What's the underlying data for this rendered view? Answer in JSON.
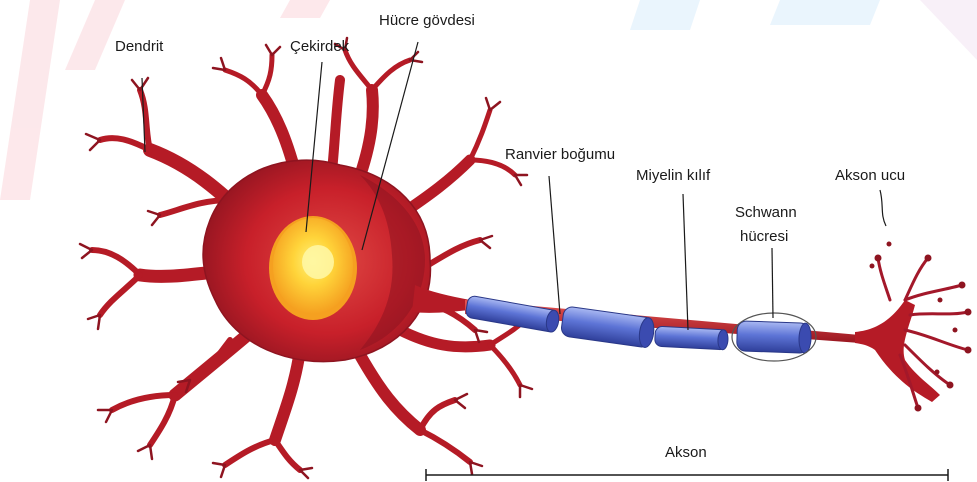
{
  "diagram": {
    "labels": {
      "dendrite": "Dendrit",
      "nucleus": "Çekirdek",
      "cell_body": "Hücre gövdesi",
      "node_of_ranvier": "Ranvier boğumu",
      "myelin_sheath": "Miyelin kılıf",
      "schwann_cell_line1": "Schwann",
      "schwann_cell_line2": "hücresi",
      "axon_terminal": "Akson ucu",
      "axon": "Akson"
    },
    "colors": {
      "neuron_red": "#c8202a",
      "neuron_dark": "#8e1420",
      "neuron_light": "#e0413f",
      "nucleus_yellow": "#ffd43a",
      "nucleus_orange": "#f5a623",
      "myelin_blue": "#4a63c9",
      "myelin_light": "#8ea2ec",
      "watermark_pink": "#fbd6db",
      "watermark_blue": "#d8ecfb"
    }
  }
}
